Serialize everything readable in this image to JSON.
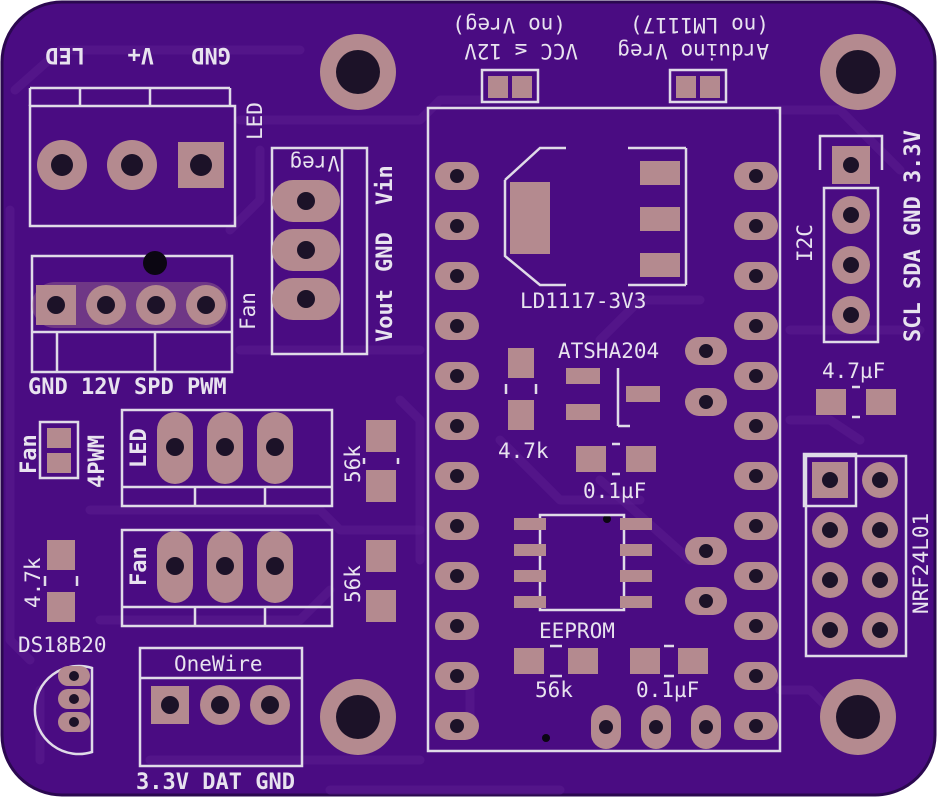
{
  "board": {
    "color": "#4a0c82",
    "silkscreen_color": "#e0dbe8",
    "copper_color": "#b48a8f"
  },
  "labels": {
    "power_terminal": [
      "GND",
      "V+",
      "LED"
    ],
    "led_side": "LED",
    "vreg_header": {
      "top": "Vreg",
      "pins": [
        "Vin",
        "GND",
        "Vout"
      ]
    },
    "fan_header_side": "Fan",
    "fan_pins": "GND 12V SPD PWM",
    "fan_4pwm": [
      "Fan",
      "4PWM"
    ],
    "jumper_led": "LED",
    "jumper_fan": "Fan",
    "r56k_top": "56k",
    "r56k_bottom": "56k",
    "r47k_left": "4.7k",
    "ds18b20": "DS18B20",
    "onewire": "OneWire",
    "onewire_pins": "3.3V DAT GND",
    "vcc_jumper": [
      "VCC ≤ 12V",
      "(no Vreg)"
    ],
    "arduino_jumper": [
      "Arduino Vreg",
      "(no LM1117)"
    ],
    "ld1117": "LD1117-3V3",
    "atsha": "ATSHA204",
    "r47k_center": "4.7k",
    "cap_center": "0.1µF",
    "eeprom": "EEPROM",
    "r56k_center": "56k",
    "cap_bottom": "0.1µF",
    "i2c": "I2C",
    "i2c_pins": "SCL SDA GND 3.3V",
    "cap_right": "4.7µF",
    "nrf": "NRF24L01"
  }
}
